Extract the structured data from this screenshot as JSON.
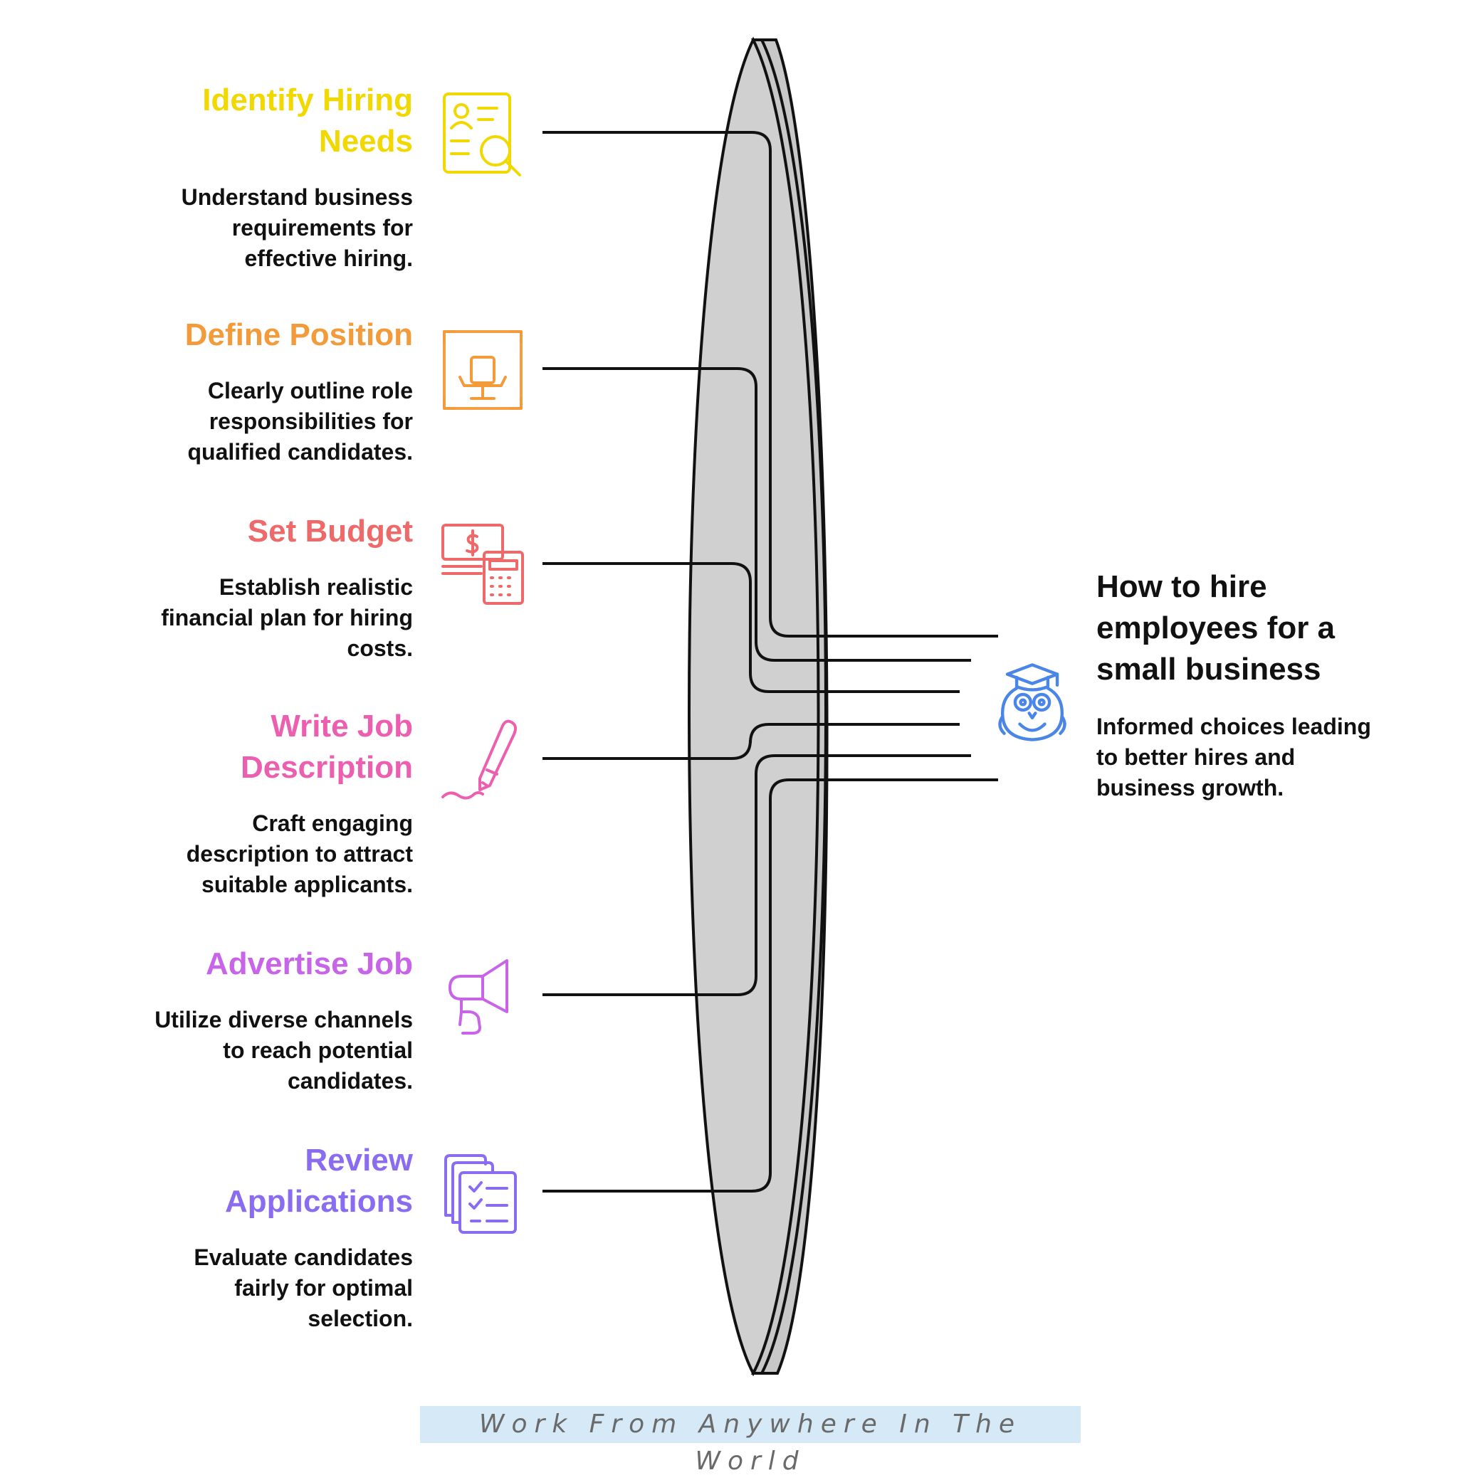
{
  "colors": {
    "step1": "#f0d800",
    "step2": "#f39a3a",
    "step3": "#ee6a6a",
    "step4": "#ec5fb0",
    "step5": "#c764e8",
    "step6": "#8a6cf0",
    "main": "#4a86e8",
    "lens_fill": "#d0d0d0",
    "line": "#111111"
  },
  "steps": [
    {
      "title": "Identify Hiring Needs",
      "desc": "Understand business requirements for effective hiring.",
      "icon": "resume-search-icon"
    },
    {
      "title": "Define Position",
      "desc": "Clearly outline role responsibilities for qualified candidates.",
      "icon": "office-chair-icon"
    },
    {
      "title": "Set Budget",
      "desc": "Establish realistic financial plan for hiring costs.",
      "icon": "money-calculator-icon"
    },
    {
      "title": "Write Job Description",
      "desc": "Craft engaging description to attract suitable applicants.",
      "icon": "pen-icon"
    },
    {
      "title": "Advertise Job",
      "desc": "Utilize diverse channels to reach potential candidates.",
      "icon": "megaphone-icon"
    },
    {
      "title": "Review Applications",
      "desc": "Evaluate candidates fairly for optimal selection.",
      "icon": "checklist-documents-icon"
    }
  ],
  "main": {
    "title": "How to hire employees for a small business",
    "desc": "Informed choices leading to better hires and business growth.",
    "icon": "graduate-owl-icon"
  },
  "footer": "Work From Anywhere In The World"
}
